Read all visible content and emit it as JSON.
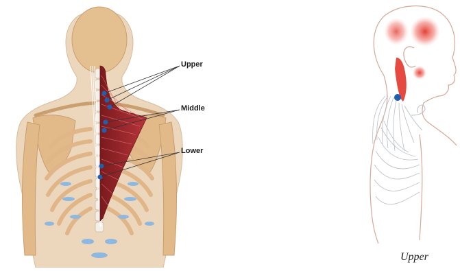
{
  "labels": {
    "upper": "Upper",
    "middle": "Middle",
    "lower": "Lower"
  },
  "caption": "Upper",
  "colors": {
    "skin": "#ead3b8",
    "bone": "#e2b989",
    "muscle": "#a4282c",
    "trigger_point": "#1f5fb0",
    "referred_pain": "#e2352b",
    "cartilage": "#8fb8e0"
  }
}
